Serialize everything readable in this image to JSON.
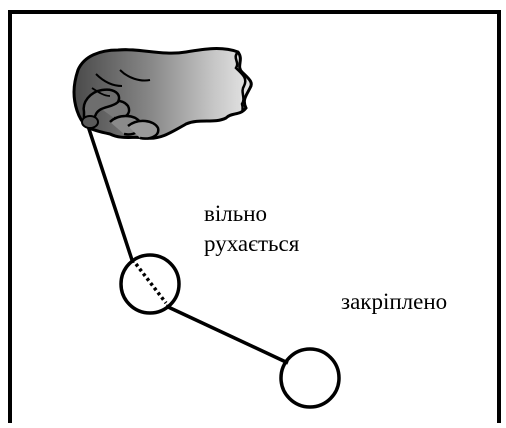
{
  "labels": {
    "free_line1": "вільно",
    "free_line2": "рухається",
    "fixed": "закріплено"
  },
  "colors": {
    "ink": "#000000",
    "glove_dark": "#555555",
    "glove_light": "#d2d2d2",
    "background": "#ffffff"
  },
  "icons": {
    "hand": "gloved-hand-holding-string"
  }
}
